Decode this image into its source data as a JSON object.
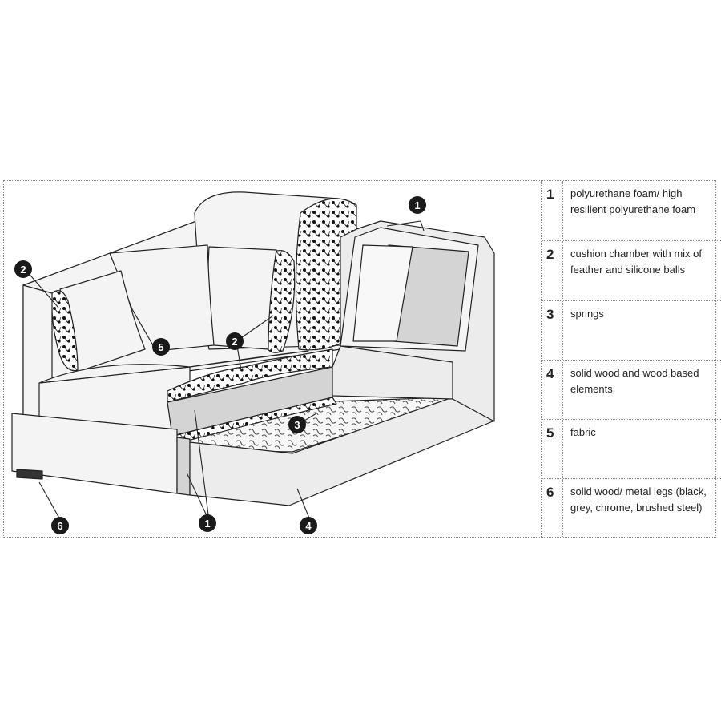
{
  "legend": [
    {
      "number": "1",
      "text": "polyurethane foam/ high resilient polyurethane foam"
    },
    {
      "number": "2",
      "text": "cushion chamber with mix of feather and silicone balls"
    },
    {
      "number": "3",
      "text": "springs"
    },
    {
      "number": "4",
      "text": "solid wood and wood based elements"
    },
    {
      "number": "5",
      "text": "fabric"
    },
    {
      "number": "6",
      "text": "solid wood/ metal legs (black, grey, chrome, brushed steel)"
    }
  ],
  "markers": {
    "m1_top": "1",
    "m2_left": "2",
    "m5": "5",
    "m2_center": "2",
    "m3": "3",
    "m6": "6",
    "m1_bottom": "1",
    "m4": "4"
  },
  "colors": {
    "outline": "#222222",
    "fabric": "#f4f4f4",
    "cutaway": "#e6e6e6",
    "inner_panel": "#d4d4d4",
    "marker": "#1a1a1a"
  }
}
